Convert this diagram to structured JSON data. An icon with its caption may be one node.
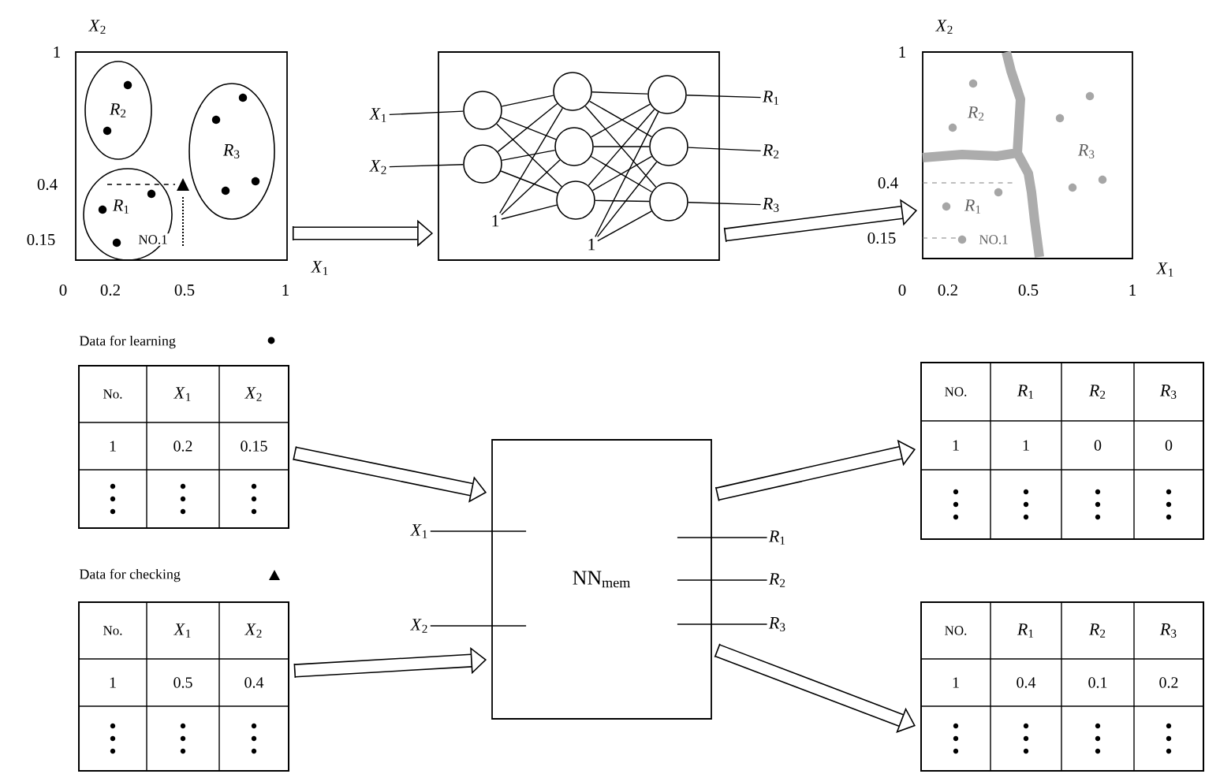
{
  "diagram": {
    "nodes": [
      {
        "text": [],
        "shape": "box"
      },
      {
        "text": [
          "*R*$_{2}$"
        ],
        "in": 0
      },
      {
        "text": [
          "*R*$_{3}$"
        ],
        "in": 0
      },
      {
        "text": [
          "*R*$_{1}$",
          "NO.1"
        ],
        "in": 0
      },
      {
        "text": [
          "*X*$_{1}$"
        ]
      },
      {
        "text": [
          "*X*$_{2}$"
        ]
      },
      {
        "text": [],
        "shape": "box"
      },
      {
        "text": [],
        "shape": "circle",
        "in": 6
      },
      {
        "text": [],
        "shape": "circle",
        "in": 6
      },
      {
        "text": [],
        "shape": "circle",
        "in": 6
      },
      {
        "text": [],
        "shape": "circle",
        "in": 6
      },
      {
        "text": [],
        "shape": "circle",
        "in": 6
      },
      {
        "text": [],
        "shape": "circle",
        "in": 6
      },
      {
        "text": [],
        "shape": "circle",
        "in": 6
      },
      {
        "text": [],
        "shape": "circle",
        "in": 6
      },
      {
        "text": [
          "1"
        ],
        "in": 6
      },
      {
        "text": [
          "1"
        ],
        "in": 6
      },
      {
        "text": [
          "*R*$_{1}$"
        ]
      },
      {
        "text": [
          "*R*$_{2}$"
        ]
      },
      {
        "text": [
          "*R*$_{3}$"
        ]
      },
      {
        "text": [],
        "shape": "box"
      },
      {
        "text": [
          "Data for learning",
          "No.",
          "*X*$_{1}$",
          "*X*$_{2}$",
          "1",
          "0.2",
          "0.15"
        ]
      },
      {
        "text": [
          "Data for checking",
          "No.",
          "*X*$_{1}$",
          "*X*$_{2}$",
          "1",
          "0.5",
          "0.4"
        ]
      },
      {
        "text": [
          "NN$_{mem}$"
        ]
      },
      {
        "text": [
          "*X*$_{1}$"
        ]
      },
      {
        "text": [
          "*X*$_{2}$"
        ]
      },
      {
        "text": [
          "*R*$_{1}$"
        ]
      },
      {
        "text": [
          "*R*$_{2}$"
        ]
      },
      {
        "text": [
          "*R*$_{3}$"
        ]
      },
      {
        "text": [
          "NO.",
          "*R*$_{1}$",
          "*R*$_{2}$",
          "*R*$_{3}$",
          "1",
          "1",
          "0",
          "0"
        ]
      },
      {
        "text": [
          "NO.",
          "*R*$_{1}$",
          "*R*$_{2}$",
          "*R*$_{3}$",
          "1",
          "0.4",
          "0.1",
          "0.2"
        ]
      }
    ],
    "edges": [
      {
        "from": 0,
        "to": 6,
        "arrow": "to",
        "style": "thick"
      },
      {
        "from": 6,
        "to": 20,
        "arrow": "to",
        "style": "thick"
      },
      {
        "from": 21,
        "to": 23,
        "arrow": "to",
        "style": "thick"
      },
      {
        "from": 22,
        "to": 23,
        "arrow": "to",
        "style": "thick"
      },
      {
        "from": 23,
        "to": 29,
        "arrow": "to",
        "style": "thick"
      },
      {
        "from": 23,
        "to": 30,
        "arrow": "to",
        "style": "thick"
      },
      {
        "from": 4,
        "to": 7,
        "arrow": "none"
      },
      {
        "from": 5,
        "to": 8,
        "arrow": "none"
      },
      {
        "from": 7,
        "to": 9,
        "arrow": "none"
      },
      {
        "from": 7,
        "to": 10,
        "arrow": "none"
      },
      {
        "from": 7,
        "to": 11,
        "arrow": "none"
      },
      {
        "from": 8,
        "to": 9,
        "arrow": "none"
      },
      {
        "from": 8,
        "to": 10,
        "arrow": "none"
      },
      {
        "from": 8,
        "to": 11,
        "arrow": "none"
      },
      {
        "from": 15,
        "to": 9,
        "arrow": "none"
      },
      {
        "from": 15,
        "to": 10,
        "arrow": "none"
      },
      {
        "from": 15,
        "to": 11,
        "arrow": "none"
      },
      {
        "from": 9,
        "to": 12,
        "arrow": "none"
      },
      {
        "from": 9,
        "to": 13,
        "arrow": "none"
      },
      {
        "from": 9,
        "to": 14,
        "arrow": "none"
      },
      {
        "from": 10,
        "to": 12,
        "arrow": "none"
      },
      {
        "from": 10,
        "to": 13,
        "arrow": "none"
      },
      {
        "from": 10,
        "to": 14,
        "arrow": "none"
      },
      {
        "from": 11,
        "to": 12,
        "arrow": "none"
      },
      {
        "from": 11,
        "to": 13,
        "arrow": "none"
      },
      {
        "from": 11,
        "to": 14,
        "arrow": "none"
      },
      {
        "from": 16,
        "to": 12,
        "arrow": "none"
      },
      {
        "from": 16,
        "to": 13,
        "arrow": "none"
      },
      {
        "from": 16,
        "to": 14,
        "arrow": "none"
      },
      {
        "from": 12,
        "to": 17,
        "arrow": "none"
      },
      {
        "from": 13,
        "to": 18,
        "arrow": "none"
      },
      {
        "from": 14,
        "to": 19,
        "arrow": "none"
      },
      {
        "from": 24,
        "to": 23,
        "arrow": "none"
      },
      {
        "from": 25,
        "to": 23,
        "arrow": "none"
      },
      {
        "from": 23,
        "to": 26,
        "arrow": "none"
      },
      {
        "from": 23,
        "to": 27,
        "arrow": "none"
      },
      {
        "from": 23,
        "to": 28,
        "arrow": "none"
      }
    ],
    "labels": [
      "*X*$_{2}$",
      "1",
      "0.4",
      "0.15",
      "*X*$_{1}$",
      "0",
      "0.2",
      "0.5",
      "1",
      "*X*$_{2}$",
      "1",
      "*R*$_{2}$",
      "*R*$_{3}$",
      "0.4",
      "*R*$_{1}$",
      "0.15",
      "NO.1",
      "*X*$_{1}$",
      "0",
      "0.2",
      "0.5",
      "1"
    ]
  }
}
